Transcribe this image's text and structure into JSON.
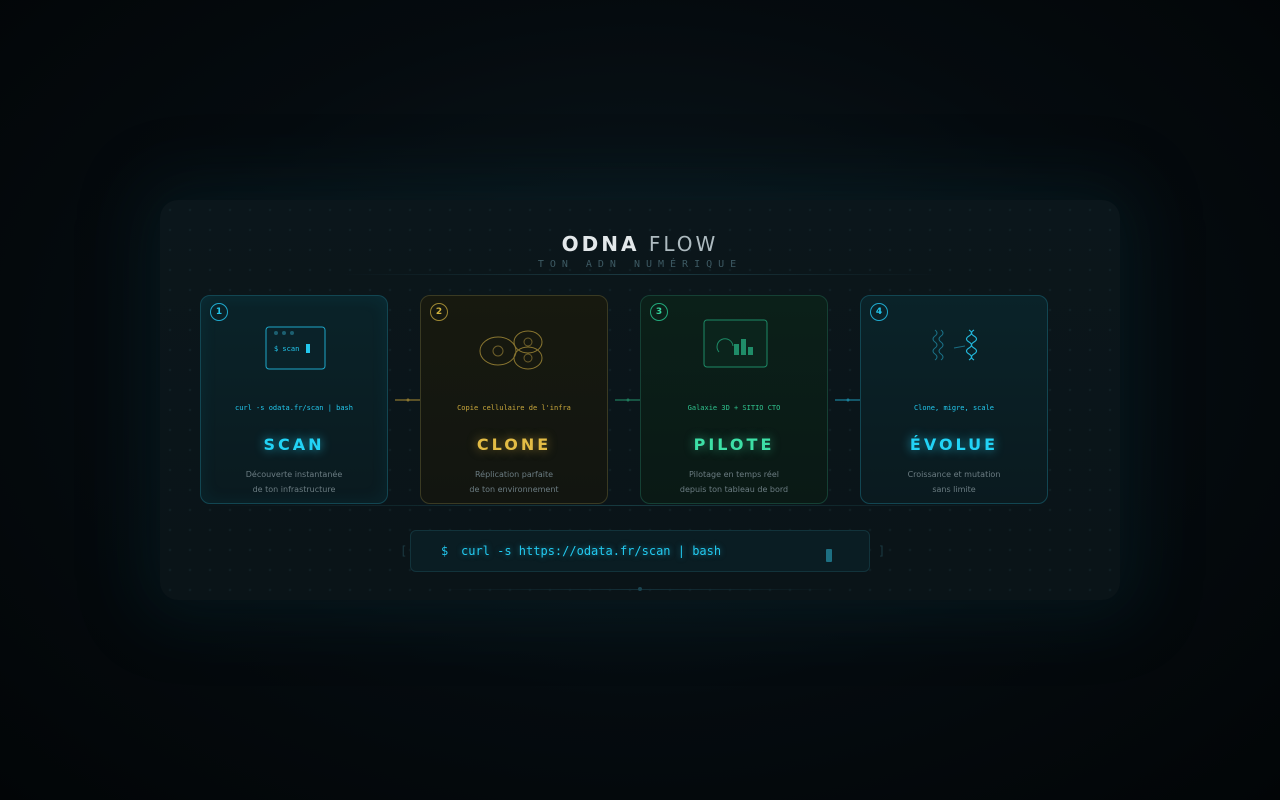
{
  "header": {
    "brand_bold": "ODNA",
    "brand_light": "FLOW",
    "tagline": "TON ADN NUMÉRIQUE"
  },
  "steps": [
    {
      "number": "1",
      "icon": "terminal-window-icon",
      "icon_text": "$ scan",
      "command": "curl -s odata.fr/scan | bash",
      "name": "SCAN",
      "desc_line1": "Découverte instantanée",
      "desc_line2": "de ton infrastructure",
      "color": "#22d3f6"
    },
    {
      "number": "2",
      "icon": "cell-division-icon",
      "command": "Copie cellulaire de l'infra",
      "name": "CLONE",
      "desc_line1": "Réplication parfaite",
      "desc_line2": "de ton environnement",
      "color": "#e3bc45"
    },
    {
      "number": "3",
      "icon": "dashboard-chart-icon",
      "command": "Galaxie 3D + SITIO CTO",
      "name": "PILOTE",
      "desc_line1": "Pilotage en temps réel",
      "desc_line2": "depuis ton tableau de bord",
      "color": "#3de0a6"
    },
    {
      "number": "4",
      "icon": "dna-waves-icon",
      "command": "Clone, migre, scale",
      "name": "ÉVOLUE",
      "desc_line1": "Croissance et mutation",
      "desc_line2": "sans limite",
      "color": "#22d3f6"
    }
  ],
  "terminal": {
    "prompt": "$",
    "command": "curl -s https://odata.fr/scan | bash",
    "bracket_left": "[",
    "bracket_right": "]"
  }
}
